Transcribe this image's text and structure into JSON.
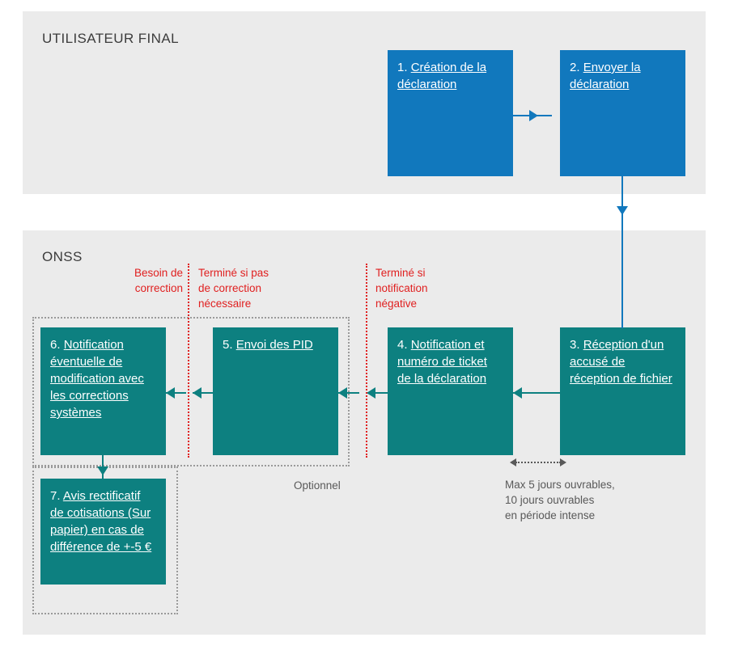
{
  "lanes": [
    {
      "id": "utilisateur-final",
      "title": "UTILISATEUR FINAL"
    },
    {
      "id": "onss",
      "title": "ONSS"
    }
  ],
  "nodes": [
    {
      "id": "node-1",
      "num": "1. ",
      "text": "Création de la déclaration",
      "color": "#1178bd"
    },
    {
      "id": "node-2",
      "num": "2. ",
      "text": "Envoyer la déclaration",
      "color": "#1178bd"
    },
    {
      "id": "node-3",
      "num": "3. ",
      "text": "Réception d'un accusé de réception de fichier",
      "color": "#0d8080"
    },
    {
      "id": "node-4",
      "num": "4. ",
      "text": "Notification et numéro de ticket de la déclaration",
      "color": "#0d8080"
    },
    {
      "id": "node-5",
      "num": "5. ",
      "text": "Envoi des PID",
      "color": "#0d8080"
    },
    {
      "id": "node-6",
      "num": "6. ",
      "text": "Notification éventuelle de modification avec les corrections systèmes",
      "color": "#0d8080"
    },
    {
      "id": "node-7",
      "num": "7. ",
      "text": "Avis rectificatif de cotisations (Sur papier) en cas de différence de +-5 €",
      "color": "#0d8080"
    }
  ],
  "decision_labels": [
    {
      "id": "besoin-de-correction",
      "text": "Besoin de\ncorrection",
      "color": "#e02020",
      "align": "right"
    },
    {
      "id": "termine-si-pas-de-correction",
      "text": "Terminé si pas\nde correction\nnécessaire",
      "color": "#e02020",
      "align": "left"
    },
    {
      "id": "termine-si-notification-negative",
      "text": "Terminé si\nnotification\nnégative",
      "color": "#e02020",
      "align": "left"
    }
  ],
  "notes": {
    "optionnel": "Optionnel",
    "delay": "Max 5 jours ouvrables,\n10 jours ouvrables\nen période intense"
  },
  "colors": {
    "lane_background": "#ebebeb",
    "blue": "#1178bd",
    "teal": "#0d8080",
    "red": "#e02020",
    "note_gray": "#595959",
    "dotted_gray": "#9a9a9a",
    "page_background": "#ffffff"
  }
}
